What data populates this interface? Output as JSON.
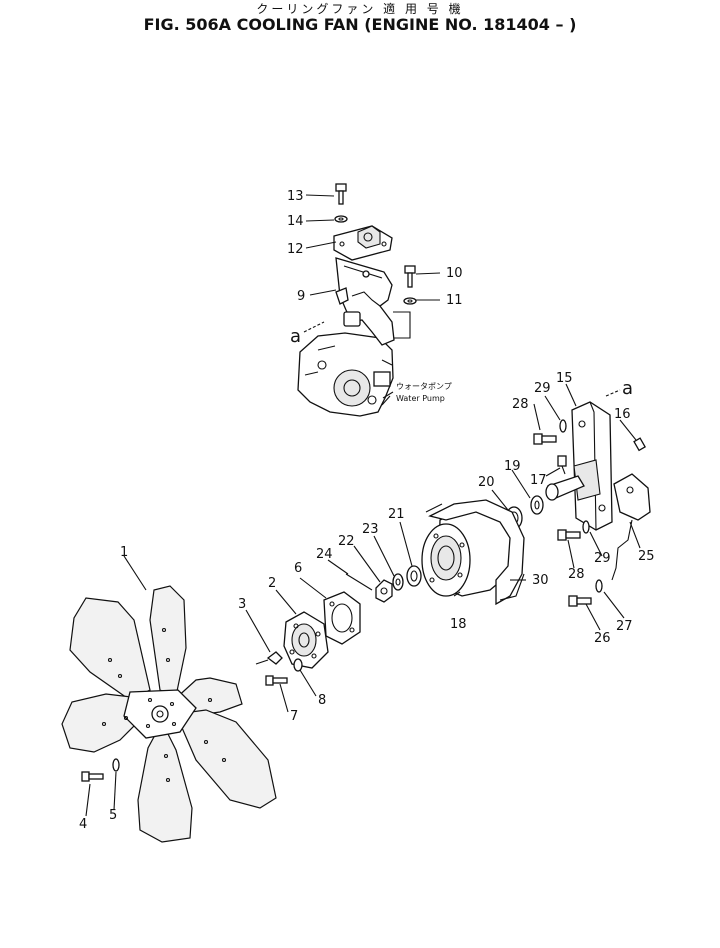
{
  "title": {
    "japanese": "クーリングファン 適 用 号 機",
    "main": "FIG. 506A  COOLING FAN (ENGINE NO. 181404 –  )"
  },
  "notes": {
    "water_pump_jp": "ウォータポンプ",
    "water_pump_en": "Water Pump"
  },
  "reference_marks": [
    "a",
    "a"
  ],
  "callouts": [
    "1",
    "2",
    "3",
    "4",
    "5",
    "6",
    "7",
    "8",
    "9",
    "10",
    "11",
    "12",
    "13",
    "14",
    "15",
    "16",
    "17",
    "18",
    "19",
    "20",
    "21",
    "22",
    "23",
    "24",
    "25",
    "26",
    "27",
    "28",
    "28",
    "29",
    "29",
    "30"
  ]
}
